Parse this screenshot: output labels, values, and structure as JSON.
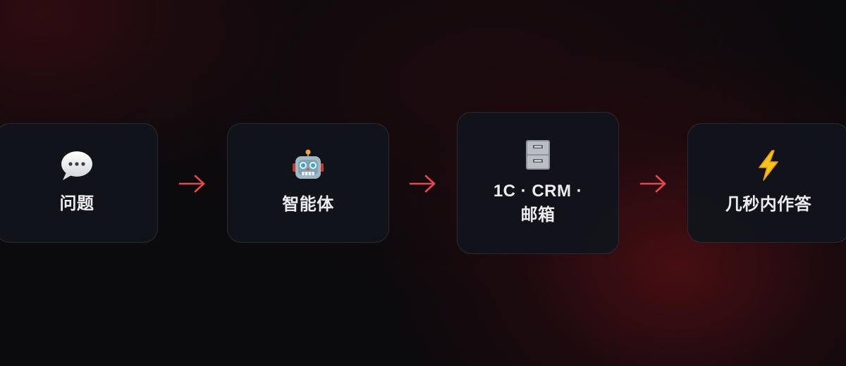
{
  "steps": [
    {
      "icon": "speech-bubble-icon",
      "label": "问题"
    },
    {
      "icon": "robot-icon",
      "label": "智能体"
    },
    {
      "icon": "file-cabinet-icon",
      "label": "1C · CRM · 邮箱"
    },
    {
      "icon": "lightning-icon",
      "label": "几秒内作答"
    }
  ],
  "colors": {
    "arrow": "#e5484d",
    "card_bg": "#12141b",
    "text": "#ececf0",
    "background": "#0b0a0d",
    "glow": "#7a1218"
  }
}
